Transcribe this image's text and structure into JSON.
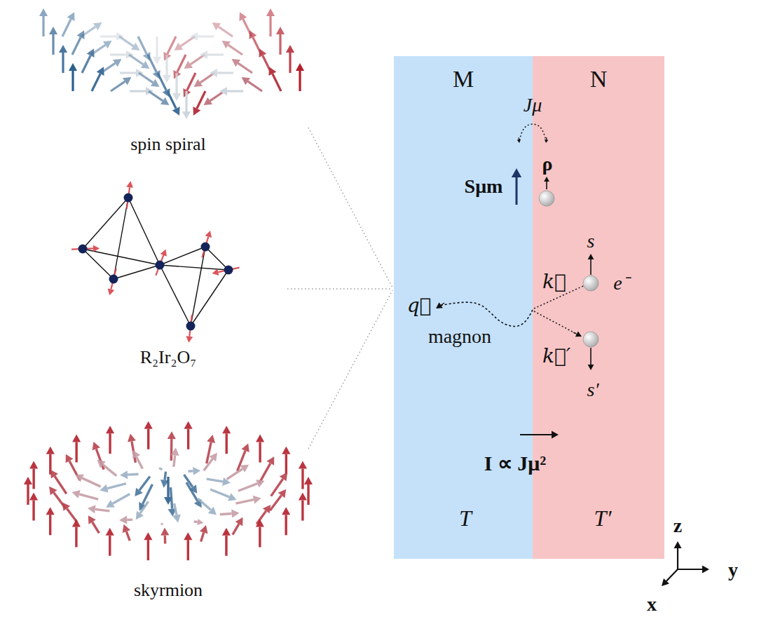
{
  "diagram": {
    "nodes": [
      {
        "text": [
          "M"
        ]
      },
      {
        "text": [
          "N"
        ]
      }
    ],
    "labels": [
      "spin spiral",
      "R₂Ir₂O₇",
      "skyrmion",
      "Jμ",
      "Sμm",
      "ρ",
      "s",
      "k⃗",
      "e⁻",
      "q⃗",
      "magnon",
      "k⃗′",
      "s′",
      "I ∝ Jμ²",
      "T",
      "T′",
      "z",
      "y",
      "x"
    ]
  }
}
